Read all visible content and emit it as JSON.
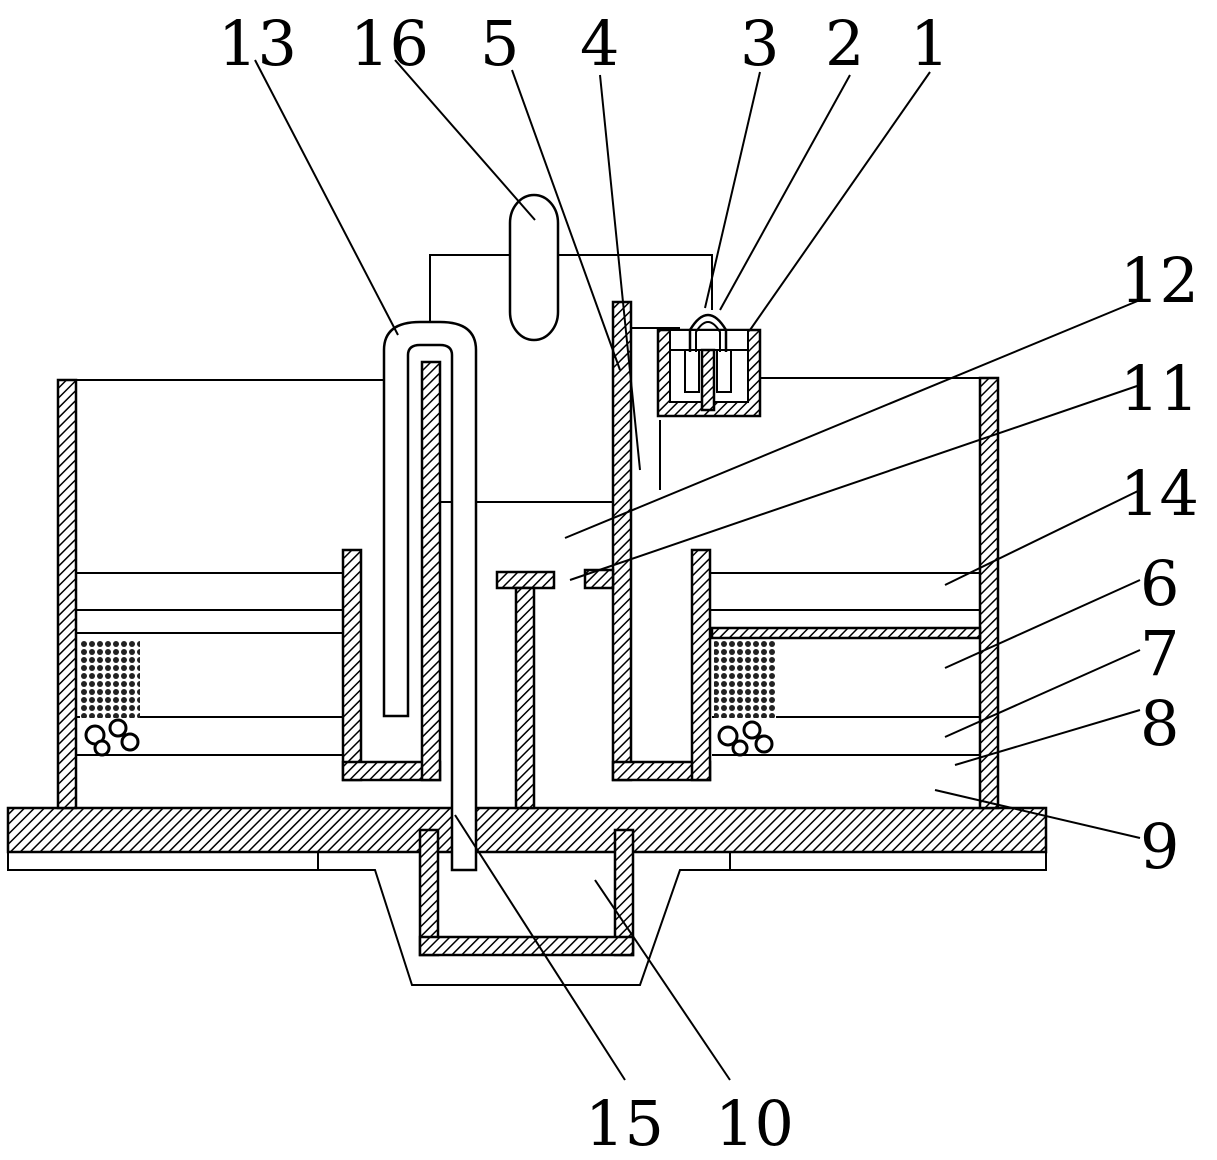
{
  "diagram": {
    "labels": {
      "l1": "1",
      "l2": "2",
      "l3": "3",
      "l4": "4",
      "l5": "5",
      "l6": "6",
      "l7": "7",
      "l8": "8",
      "l9": "9",
      "l10": "10",
      "l11": "11",
      "l12": "12",
      "l13": "13",
      "l14": "14",
      "l15": "15",
      "l16": "16"
    }
  }
}
